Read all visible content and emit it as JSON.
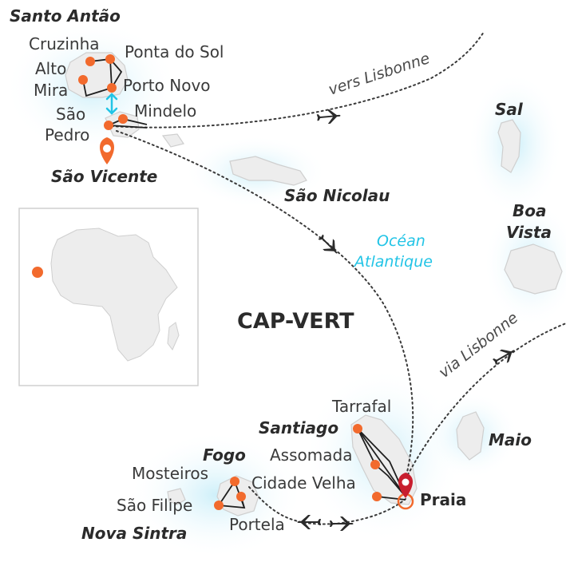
{
  "colors": {
    "accent": "#f26a2d",
    "ocean": "#22c4e6",
    "marker": "#c81e2e",
    "island_fill": "#ededed"
  },
  "country": "CAP-VERT",
  "ocean": {
    "line1": "Océan",
    "line2": "Atlantique"
  },
  "islands": {
    "santo_antao": "Santo Antão",
    "sao_vicente": "São Vicente",
    "sao_nicolau": "São Nicolau",
    "sal": "Sal",
    "boa_vista_1": "Boa",
    "boa_vista_2": "Vista",
    "santiago": "Santiago",
    "maio": "Maio",
    "fogo": "Fogo",
    "nova_sintra": "Nova Sintra"
  },
  "places": {
    "cruzinha": "Cruzinha",
    "ponta_do_sol": "Ponta do Sol",
    "alto": "Alto",
    "mira": "Mira",
    "porto_novo": "Porto Novo",
    "sao": "São",
    "pedro": "Pedro",
    "mindelo": "Mindelo",
    "tarrafal": "Tarrafal",
    "assomada": "Assomada",
    "cidade_velha": "Cidade Velha",
    "praia": "Praia",
    "mosteiros": "Mosteiros",
    "sao_filipe": "São Filipe",
    "portela": "Portela"
  },
  "routes": {
    "vers_lisbonne": "vers Lisbonne",
    "via_lisbonne": "via Lisbonne"
  },
  "icons": [
    "plane-icon",
    "map-pin-icon",
    "ferry-arrows-icon",
    "start-pin-icon"
  ]
}
